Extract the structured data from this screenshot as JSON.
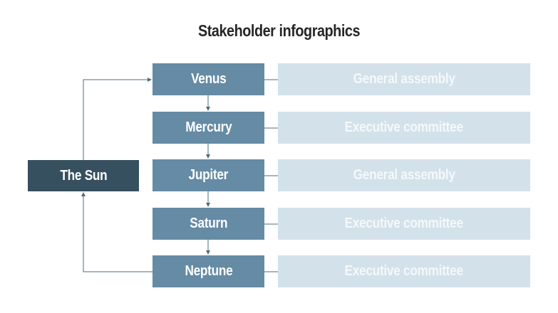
{
  "title": "Stakeholder infographics",
  "root": {
    "label": "The Sun"
  },
  "stakeholders": [
    {
      "label": "Venus",
      "role": "General assembly"
    },
    {
      "label": "Mercury",
      "role": "Executive committee"
    },
    {
      "label": "Jupiter",
      "role": "General assembly"
    },
    {
      "label": "Saturn",
      "role": "Executive committee"
    },
    {
      "label": "Neptune",
      "role": "Executive committee"
    }
  ],
  "colors": {
    "root_fill": "#36505f",
    "stakeholder_fill": "#658ba5",
    "role_fill": "#d3e1ea",
    "connector": "#4f6b7d",
    "title_text": "#262626"
  }
}
